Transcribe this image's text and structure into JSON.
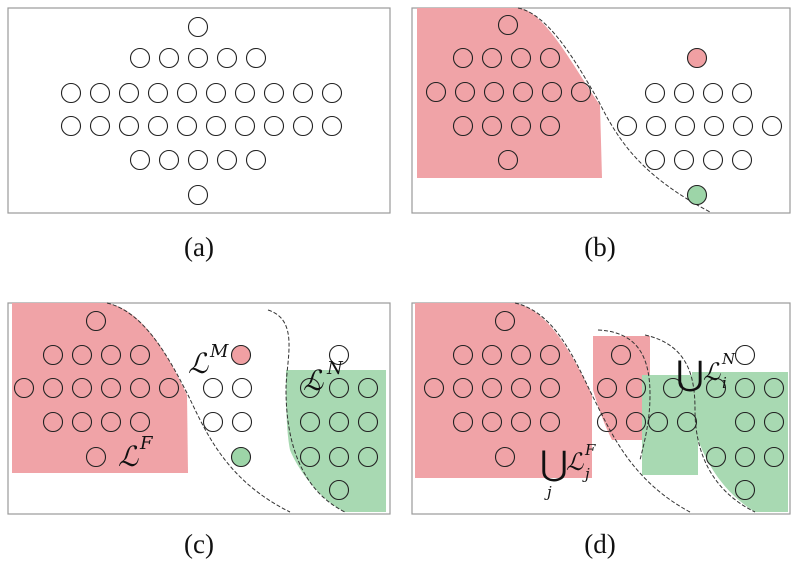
{
  "panels": [
    {
      "caption": "(a)"
    },
    {
      "caption": "(b)"
    },
    {
      "caption": "(c)",
      "labels": {
        "LF": {
          "main": "ℒ",
          "sup": "F"
        },
        "LM": {
          "main": "ℒ",
          "sup": "M"
        },
        "LN": {
          "main": "ℒ",
          "sup": "N"
        }
      }
    },
    {
      "caption": "(d)",
      "labels": {
        "UF": {
          "op": "⋃",
          "sub_op": "j",
          "main": "ℒ",
          "sup": "F",
          "sub": "j"
        },
        "UN": {
          "op": "⋃",
          "main": "ℒ",
          "sup": "N",
          "sub": "i"
        }
      }
    }
  ],
  "colors": {
    "fixed": "#f0a3a7",
    "new": "#a8d9b2",
    "frame": "#9a9a9a"
  }
}
